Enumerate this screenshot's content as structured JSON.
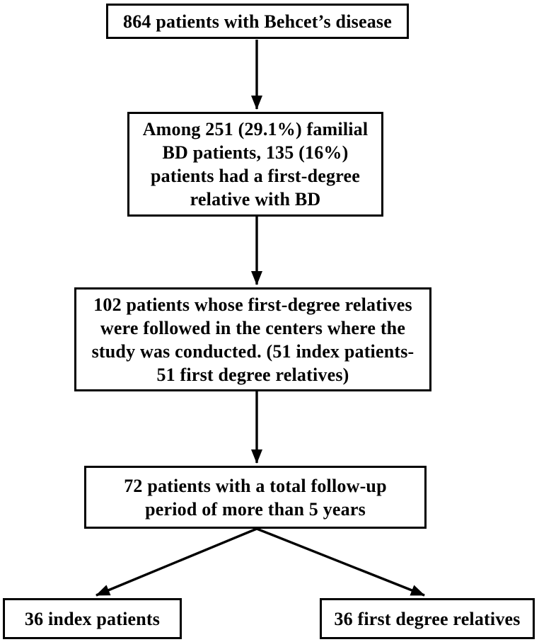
{
  "figure": {
    "type": "flowchart",
    "background_color": "#ffffff",
    "box_border_color": "#000000",
    "arrow_color": "#000000",
    "text_color": "#000000",
    "boxes": [
      {
        "id": "total-patients",
        "lines": [
          "864 patients with Behcet’s disease"
        ]
      },
      {
        "id": "familial-bd-patients",
        "lines": [
          "Among 251 (29.1%) familial",
          "BD patients, 135 (16%)",
          "patients had a first-degree",
          "relative with BD"
        ]
      },
      {
        "id": "followed-in-centers",
        "lines": [
          "102 patients whose first-degree relatives",
          "were followed in the centers where the",
          "study was conducted. (51 index patients-",
          "51 first degree relatives)"
        ]
      },
      {
        "id": "followup-over-5-years",
        "lines": [
          "72 patients with a total follow-up",
          "period of more than 5 years"
        ]
      },
      {
        "id": "index-patients",
        "lines": [
          "36 index patients"
        ]
      },
      {
        "id": "first-degree-relatives",
        "lines": [
          "36 first degree relatives"
        ]
      }
    ]
  }
}
